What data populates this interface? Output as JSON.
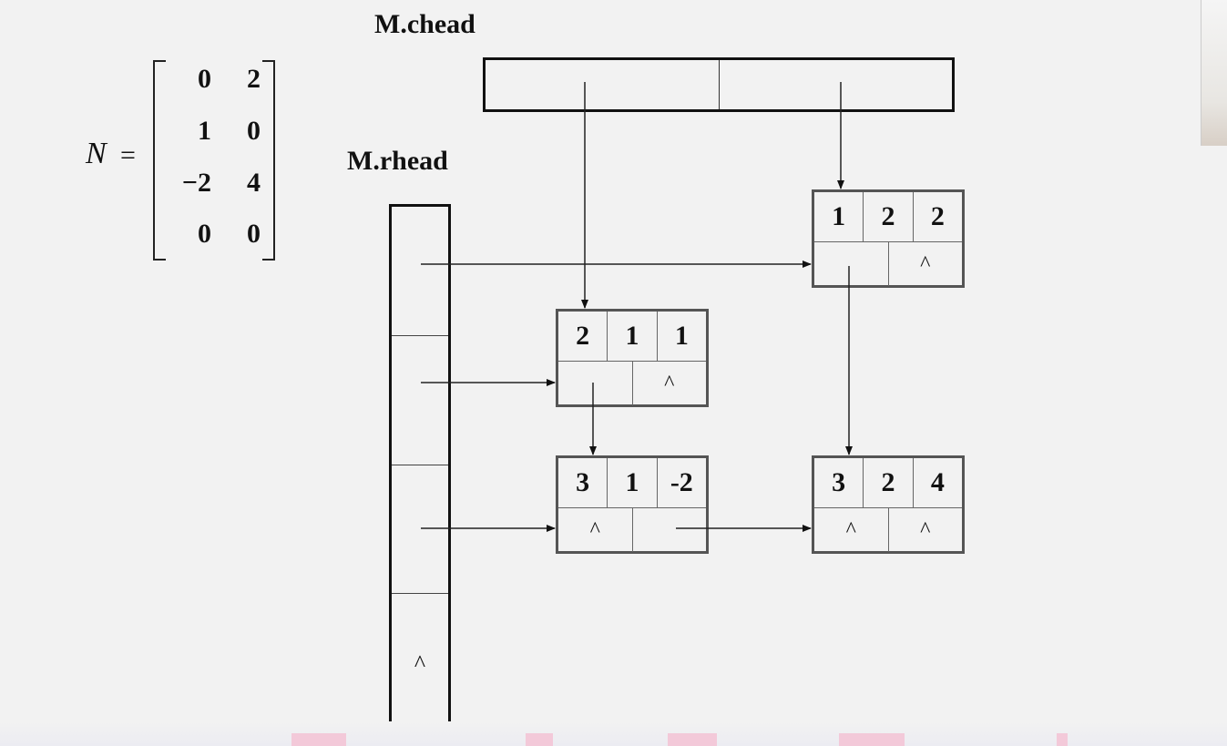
{
  "matrix": {
    "name": "N",
    "equals": "=",
    "rows": [
      [
        "0",
        "2"
      ],
      [
        "1",
        "0"
      ],
      [
        "−2",
        "4"
      ],
      [
        "0",
        "0"
      ]
    ]
  },
  "chead": {
    "label": "M.chead"
  },
  "rhead": {
    "label": "M.rhead",
    "null_symbol": "^"
  },
  "nodes": [
    {
      "id": "n12",
      "i": "1",
      "j": "2",
      "e": "2",
      "down": "",
      "right": "^"
    },
    {
      "id": "n21",
      "i": "2",
      "j": "1",
      "e": "1",
      "down": "",
      "right": "^"
    },
    {
      "id": "n31",
      "i": "3",
      "j": "1",
      "e": "-2",
      "down": "^",
      "right": ""
    },
    {
      "id": "n32",
      "i": "3",
      "j": "2",
      "e": "4",
      "down": "^",
      "right": "^"
    }
  ]
}
